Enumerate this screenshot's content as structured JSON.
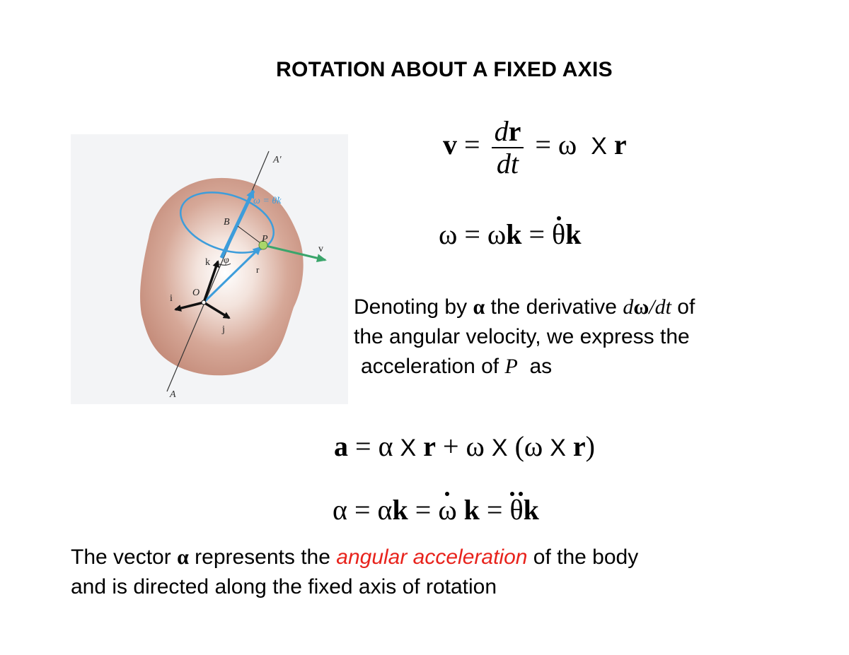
{
  "title": "ROTATION ABOUT A FIXED AXIS",
  "figure": {
    "labels": {
      "axis_top": "A′",
      "axis_bottom": "A",
      "omega": "ω = θ̇k",
      "B": "B",
      "P": "P",
      "v": "v",
      "k": "k",
      "phi": "φ",
      "r": "r",
      "O": "O",
      "i": "i",
      "j": "j"
    },
    "colors": {
      "body": "#c48f7d",
      "omega_vector": "#3d9ddb",
      "velocity_vector": "#3aa56b",
      "point_p": "#a9d66a"
    }
  },
  "eq1": {
    "lhs": "v",
    "eq": "=",
    "num_d": "d",
    "num_r": "r",
    "den": "dt",
    "rhs_eq": "=",
    "omega": "ω",
    "cross": "X",
    "r": "r"
  },
  "eq2": {
    "omega": "ω",
    "eq1": "=",
    "omega2": "ω",
    "k": "k",
    "eq2": "=",
    "theta": "θ",
    "k2": "k"
  },
  "para1": {
    "s1": "Denoting by ",
    "alpha": "α",
    "s2": " the derivative ",
    "deriv_d": "d",
    "deriv_omega": "ω",
    "deriv_dt": "/dt",
    "s3": " of",
    "line2": "the angular velocity, we express the",
    "line3_a": "acceleration of ",
    "line3_p": "P",
    "line3_b": "  as"
  },
  "eq3": {
    "a": "a",
    "eq": "=",
    "alpha": "α",
    "x1": "X",
    "r": "r",
    "plus": "+",
    "omega": "ω",
    "x2": "X",
    "open": "(",
    "omega2": "ω",
    "x3": "X",
    "r2": "r",
    "close": ")"
  },
  "eq4": {
    "alpha": "α",
    "eq1": "=",
    "alpha2": "α",
    "k": "k",
    "eq2": "=",
    "omega": "ω",
    "k2": "k",
    "eq3": "=",
    "theta": "θ",
    "k3": "k"
  },
  "para2": {
    "s1": "The vector ",
    "alpha": "α",
    "s2": " represents the ",
    "highlight": "angular acceleration",
    "s3": " of the body",
    "line2": "and is directed along the fixed axis of rotation"
  }
}
